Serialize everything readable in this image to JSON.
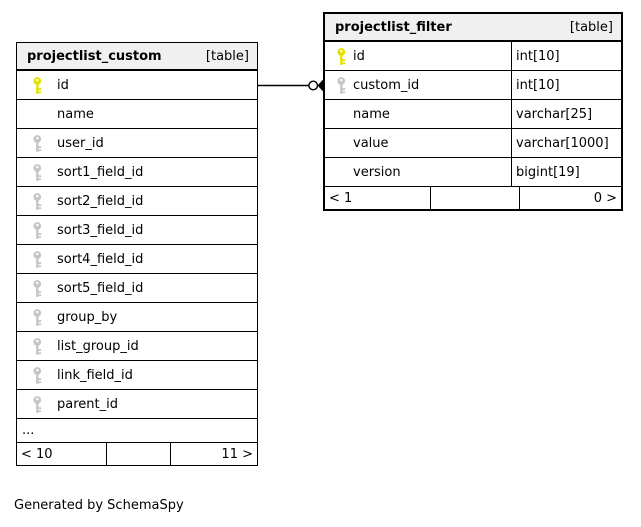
{
  "note": "Generated by SchemaSpy",
  "colors": {
    "primary_key": "#e3e300",
    "foreign_key": "#c6c6c6",
    "header_bg": "#f0f0f0",
    "border": "#000000"
  },
  "relationship": {
    "from_table": "projectlist_custom",
    "from_column": "id",
    "to_table": "projectlist_filter",
    "to_column": "custom_id",
    "end_symbols": [
      "open-circle",
      "solid-arrowhead"
    ]
  },
  "tables": [
    {
      "name": "projectlist_custom",
      "tag": "[table]",
      "emphasized": false,
      "columns": [
        {
          "name": "id",
          "key": "primary"
        },
        {
          "name": "name",
          "key": "none"
        },
        {
          "name": "user_id",
          "key": "foreign"
        },
        {
          "name": "sort1_field_id",
          "key": "foreign"
        },
        {
          "name": "sort2_field_id",
          "key": "foreign"
        },
        {
          "name": "sort3_field_id",
          "key": "foreign"
        },
        {
          "name": "sort4_field_id",
          "key": "foreign"
        },
        {
          "name": "sort5_field_id",
          "key": "foreign"
        },
        {
          "name": "group_by",
          "key": "foreign"
        },
        {
          "name": "list_group_id",
          "key": "foreign"
        },
        {
          "name": "link_field_id",
          "key": "foreign"
        },
        {
          "name": "parent_id",
          "key": "foreign"
        }
      ],
      "ellipsis": "...",
      "footer": {
        "left": "< 10",
        "middle": "",
        "right": "11 >"
      }
    },
    {
      "name": "projectlist_filter",
      "tag": "[table]",
      "emphasized": true,
      "columns": [
        {
          "name": "id",
          "type": "int[10]",
          "key": "primary"
        },
        {
          "name": "custom_id",
          "type": "int[10]",
          "key": "foreign"
        },
        {
          "name": "name",
          "type": "varchar[25]",
          "key": "none"
        },
        {
          "name": "value",
          "type": "varchar[1000]",
          "key": "none"
        },
        {
          "name": "version",
          "type": "bigint[19]",
          "key": "none"
        }
      ],
      "footer": {
        "left": "< 1",
        "middle": "",
        "right": "0 >"
      }
    }
  ]
}
